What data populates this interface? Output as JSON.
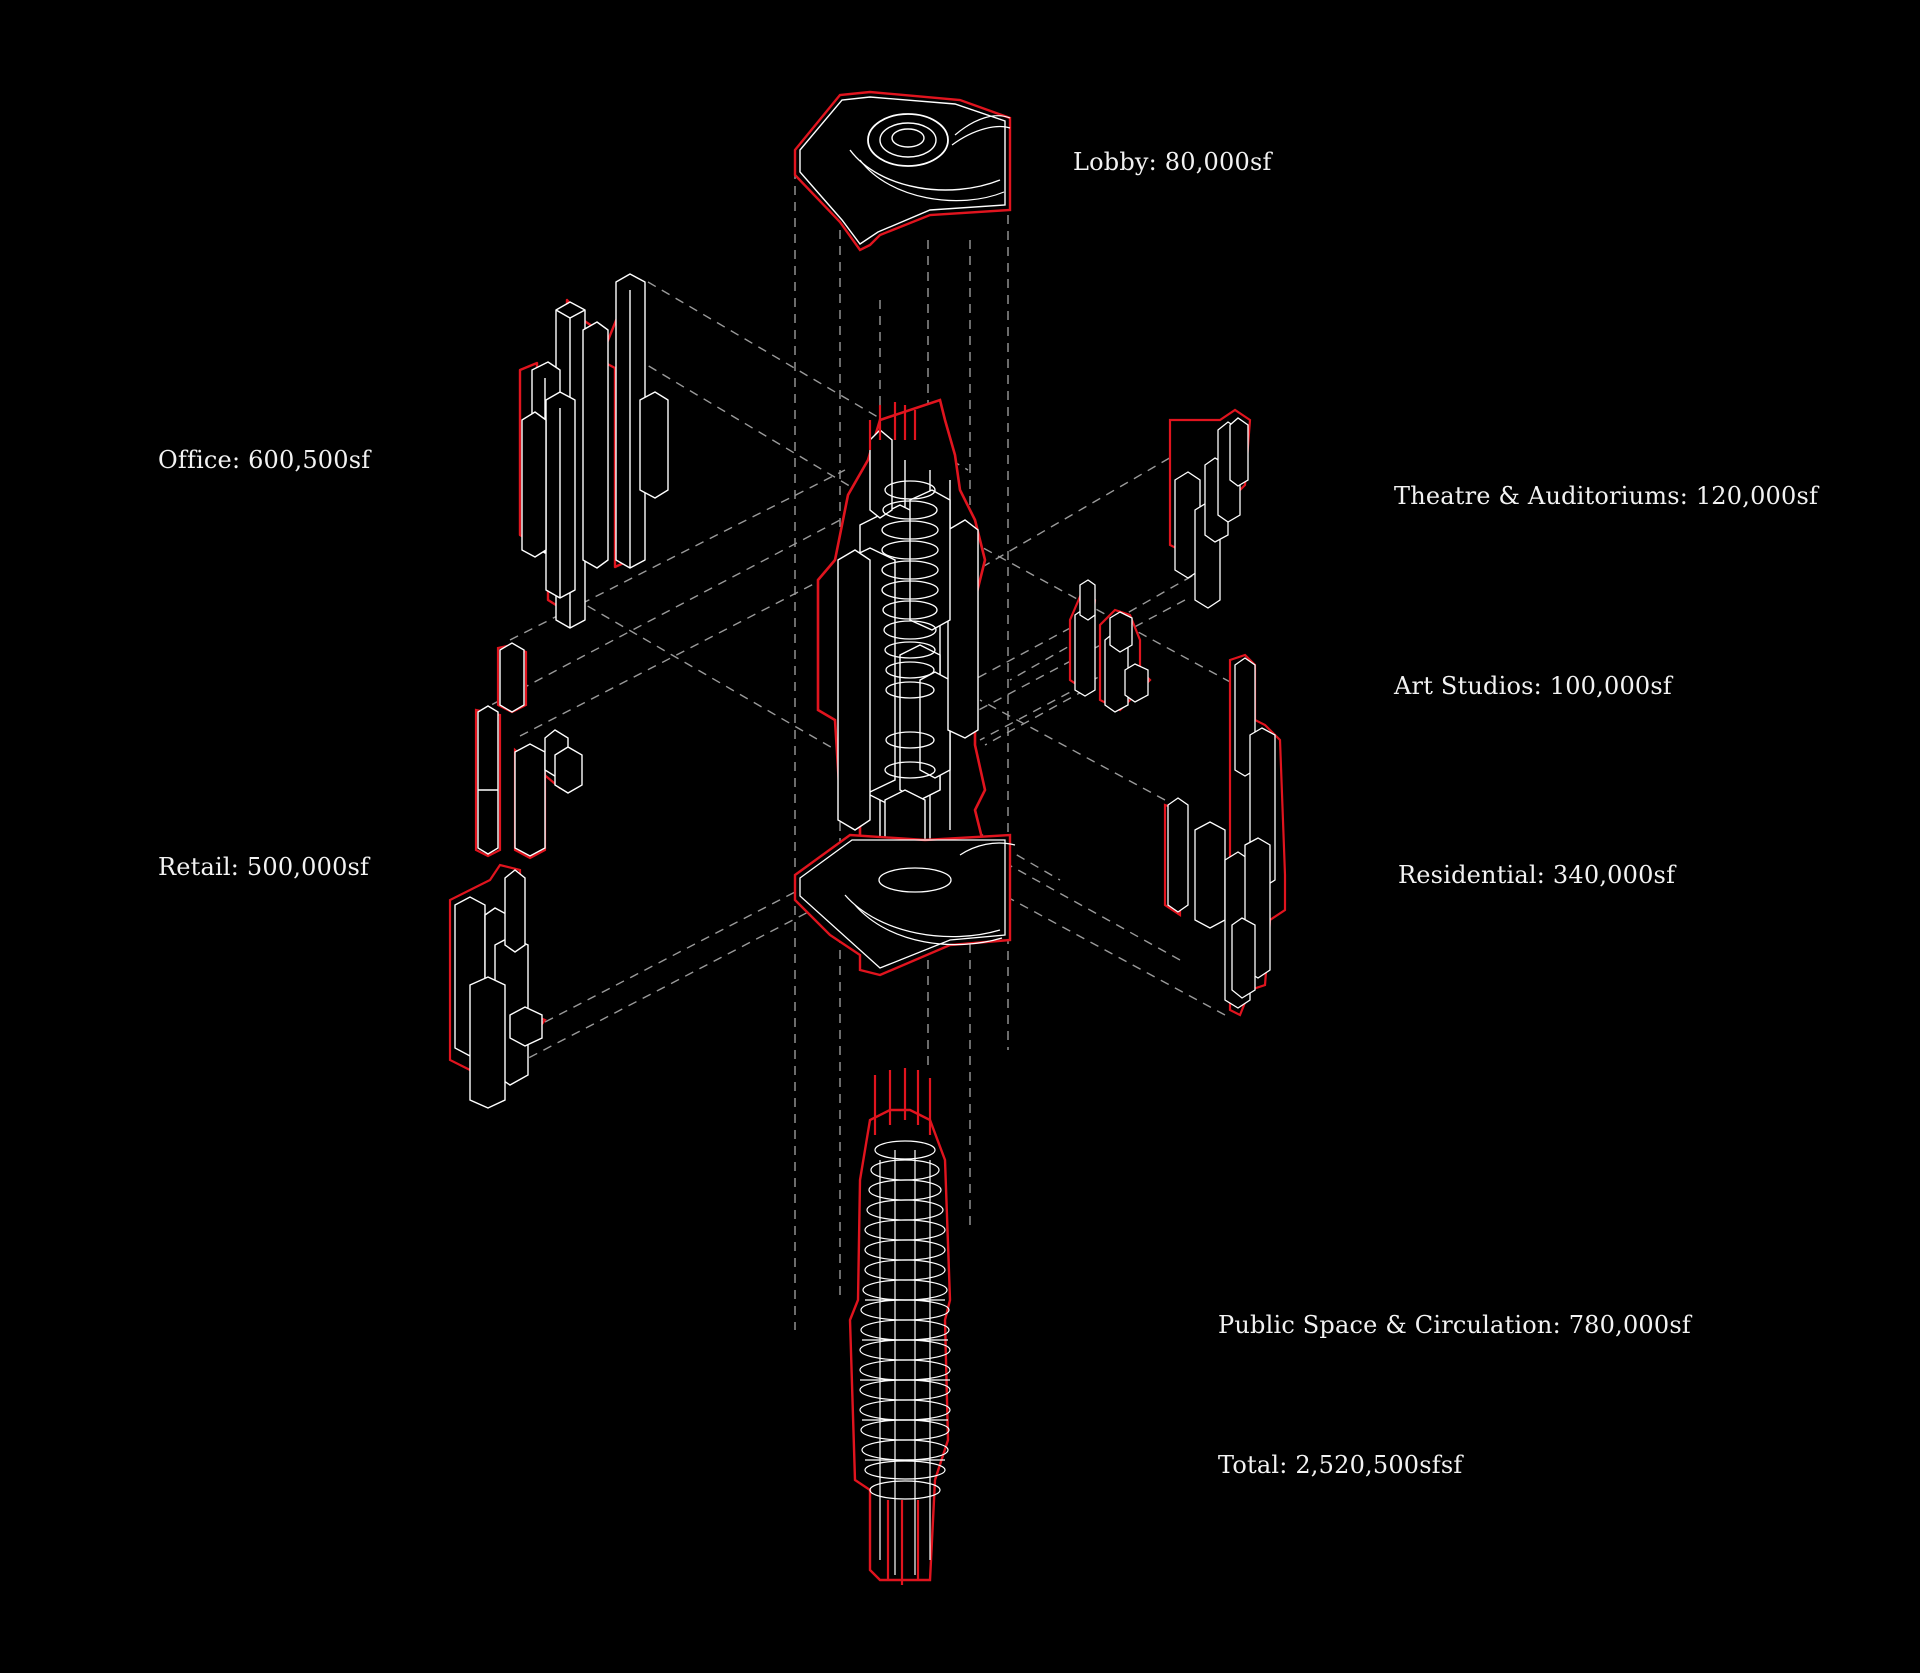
{
  "colors": {
    "background": "#000000",
    "outline_accent": "#e0141e",
    "linework": "#ffffff",
    "projection_lines": "#9a9a9a",
    "label_text": "#f2f2f2"
  },
  "labels": {
    "lobby": "Lobby: 80,000sf",
    "office": "Office: 600,500sf",
    "theatre": "Theatre & Auditoriums: 120,000sf",
    "art_studios": "Art Studios: 100,000sf",
    "retail": "Retail: 500,000sf",
    "residential": "Residential: 340,000sf",
    "public_space": "Public Space & Circulation: 780,000sf",
    "total": "Total: 2,520,500sfsf"
  }
}
